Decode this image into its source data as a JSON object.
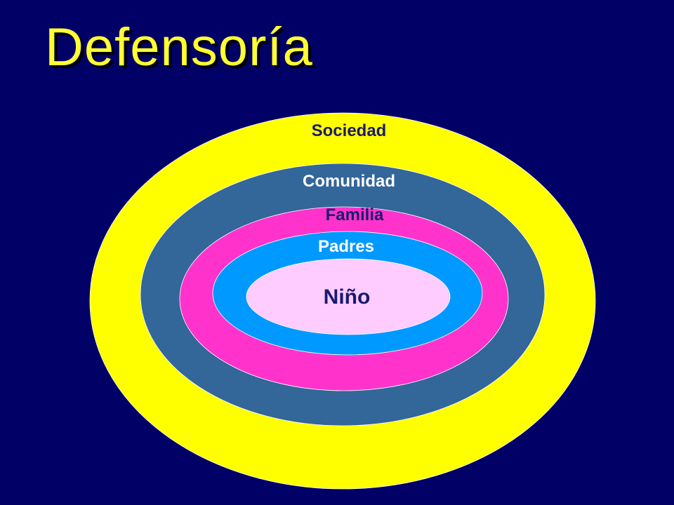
{
  "title": "Defensoría",
  "rings": [
    {
      "label": "Sociedad",
      "color": "#ffff00",
      "text_color": "#1a1a6e"
    },
    {
      "label": "Comunidad",
      "color": "#336699",
      "text_color": "#ffffff"
    },
    {
      "label": "Familia",
      "color": "#ff33cc",
      "text_color": "#1a1a6e"
    },
    {
      "label": "Padres",
      "color": "#0099ff",
      "text_color": "#ffffff"
    },
    {
      "label": "Niño",
      "color": "#ffccff",
      "text_color": "#1a1a6e"
    }
  ],
  "background_color": "#000066",
  "title_color": "#ffff33"
}
